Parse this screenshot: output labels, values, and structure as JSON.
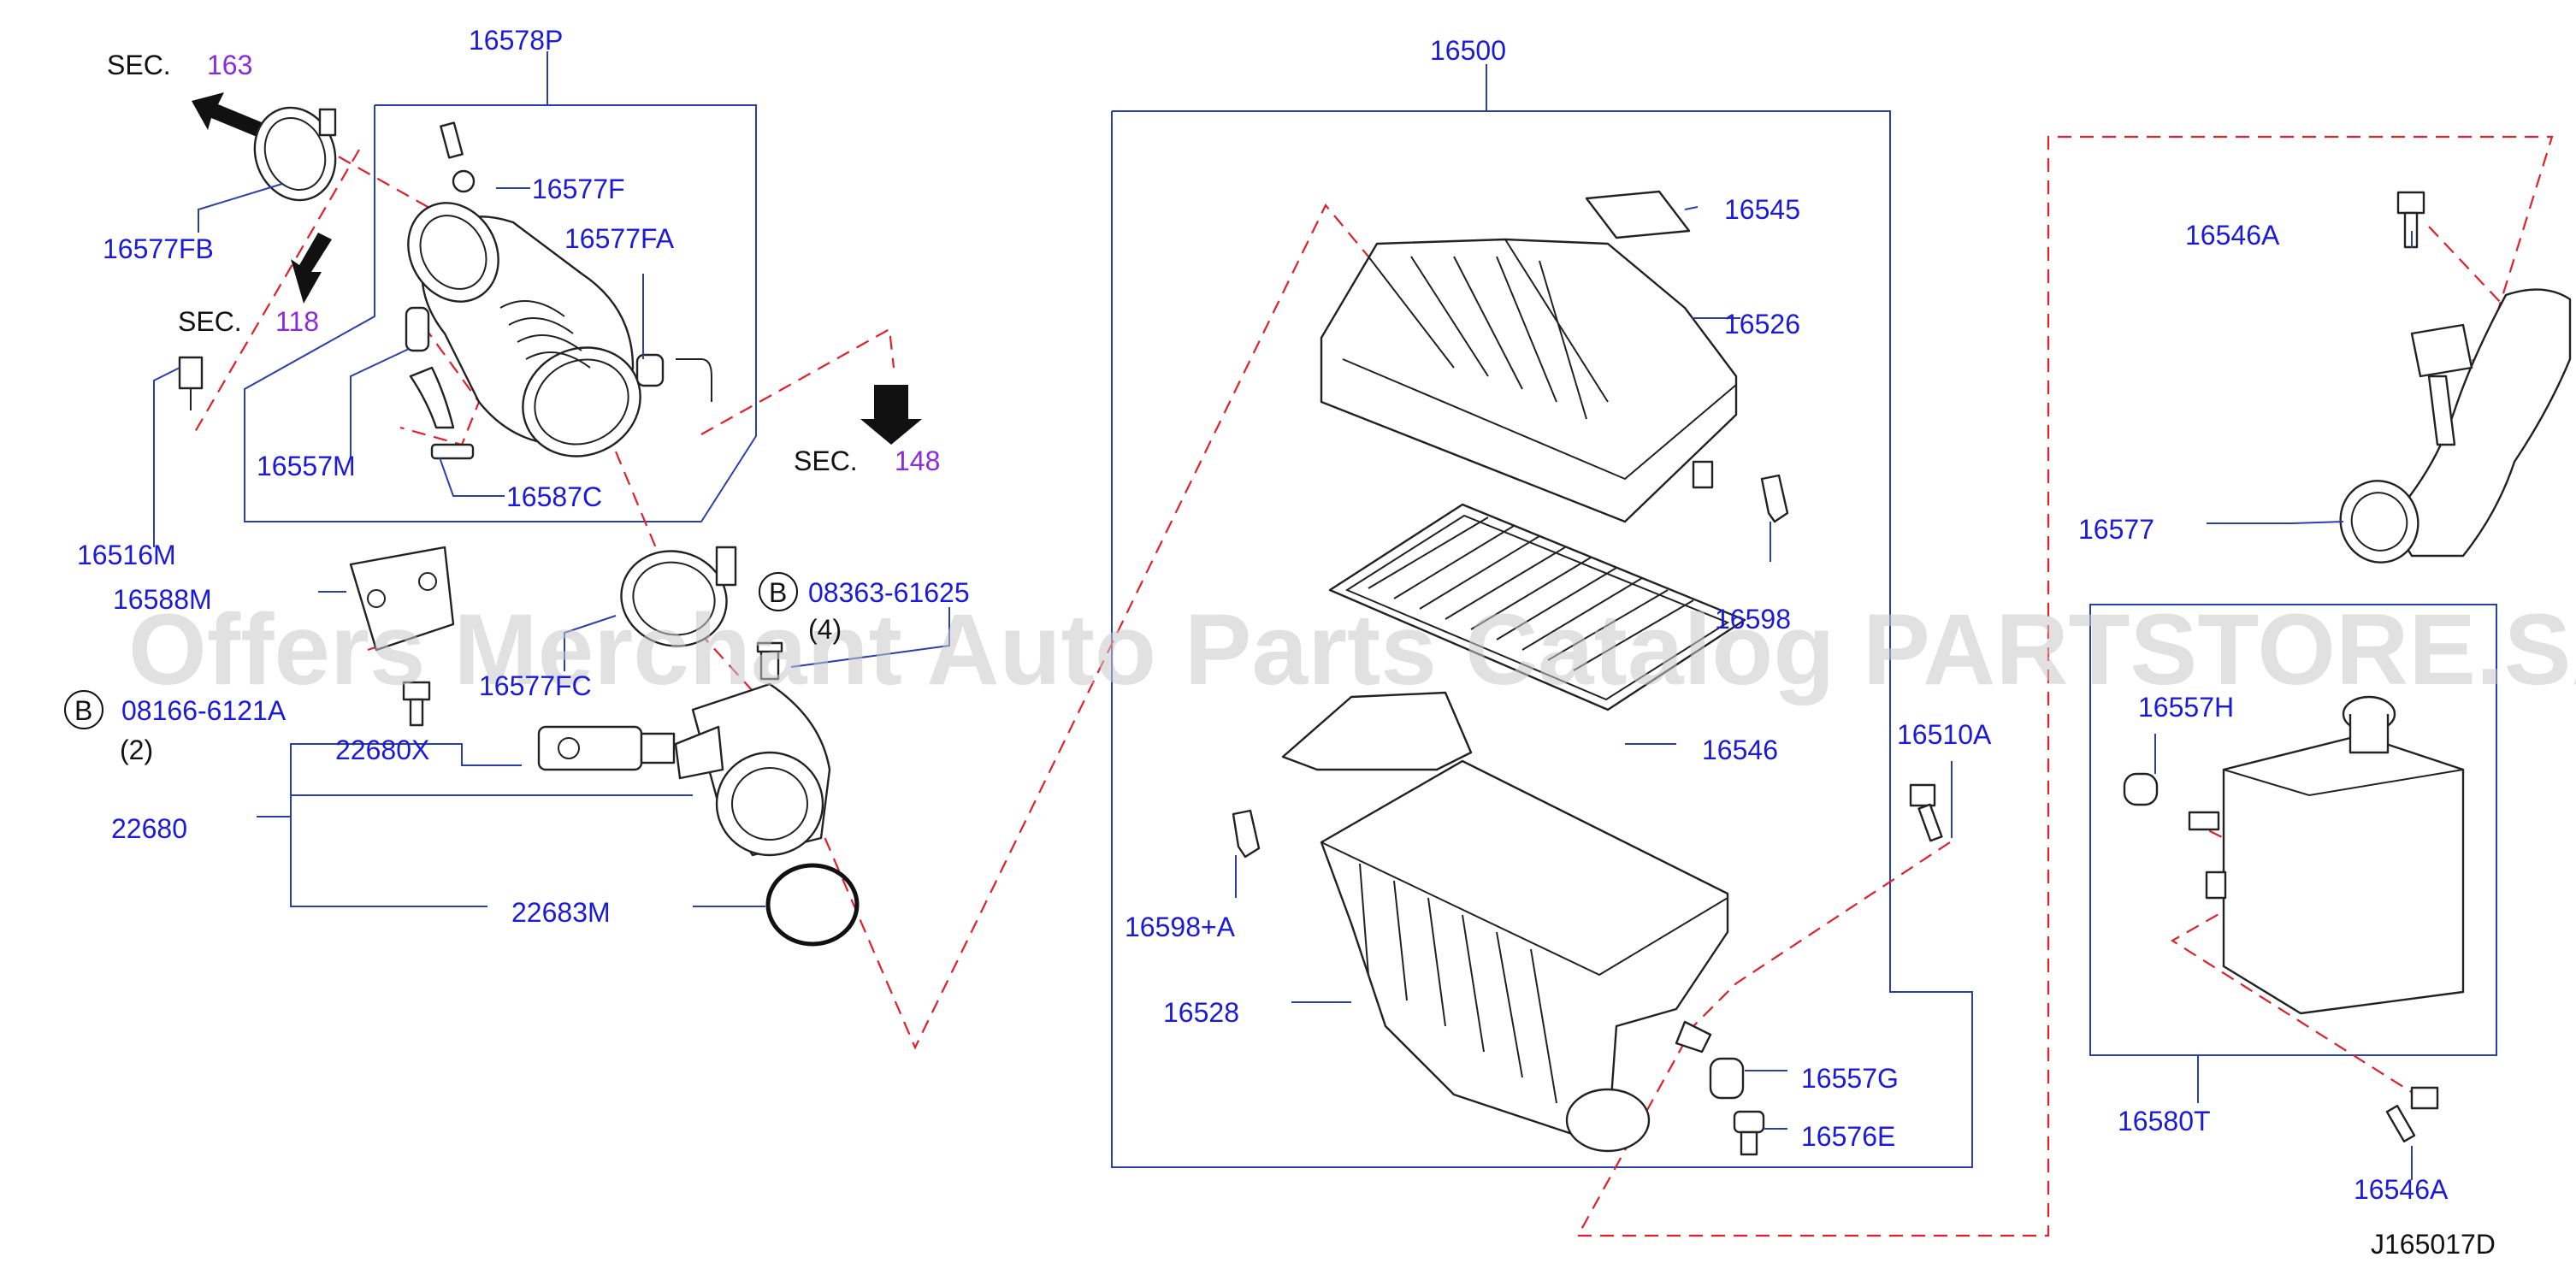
{
  "watermark": "Offers Merchant Auto Parts Catalog PARTSTORE.SA",
  "diagram_code": "J165017D",
  "section_refs": [
    {
      "prefix": "SEC.",
      "number": "163"
    },
    {
      "prefix": "SEC.",
      "number": "118"
    },
    {
      "prefix": "SEC.",
      "number": "148"
    }
  ],
  "bolt_refs": [
    {
      "badge": "B",
      "number": "08363-61625",
      "qty": "(4)"
    },
    {
      "badge": "B",
      "number": "08166-6121A",
      "qty": "(2)"
    }
  ],
  "parts": {
    "p16578P": "16578P",
    "p16577F": "16577F",
    "p16577FA": "16577FA",
    "p16577FB": "16577FB",
    "p16557M": "16557M",
    "p16587C": "16587C",
    "p16516M": "16516M",
    "p16588M": "16588M",
    "p16577FC": "16577FC",
    "p22680X": "22680X",
    "p22680": "22680",
    "p22683M": "22683M",
    "p16500": "16500",
    "p16545": "16545",
    "p16526": "16526",
    "p16598": "16598",
    "p16546": "16546",
    "p16598A": "16598+A",
    "p16528": "16528",
    "p16510A": "16510A",
    "p16557G": "16557G",
    "p16576E": "16576E",
    "p16546A_top": "16546A",
    "p16577": "16577",
    "p16557H": "16557H",
    "p16580T": "16580T",
    "p16546A_bottom": "16546A"
  }
}
